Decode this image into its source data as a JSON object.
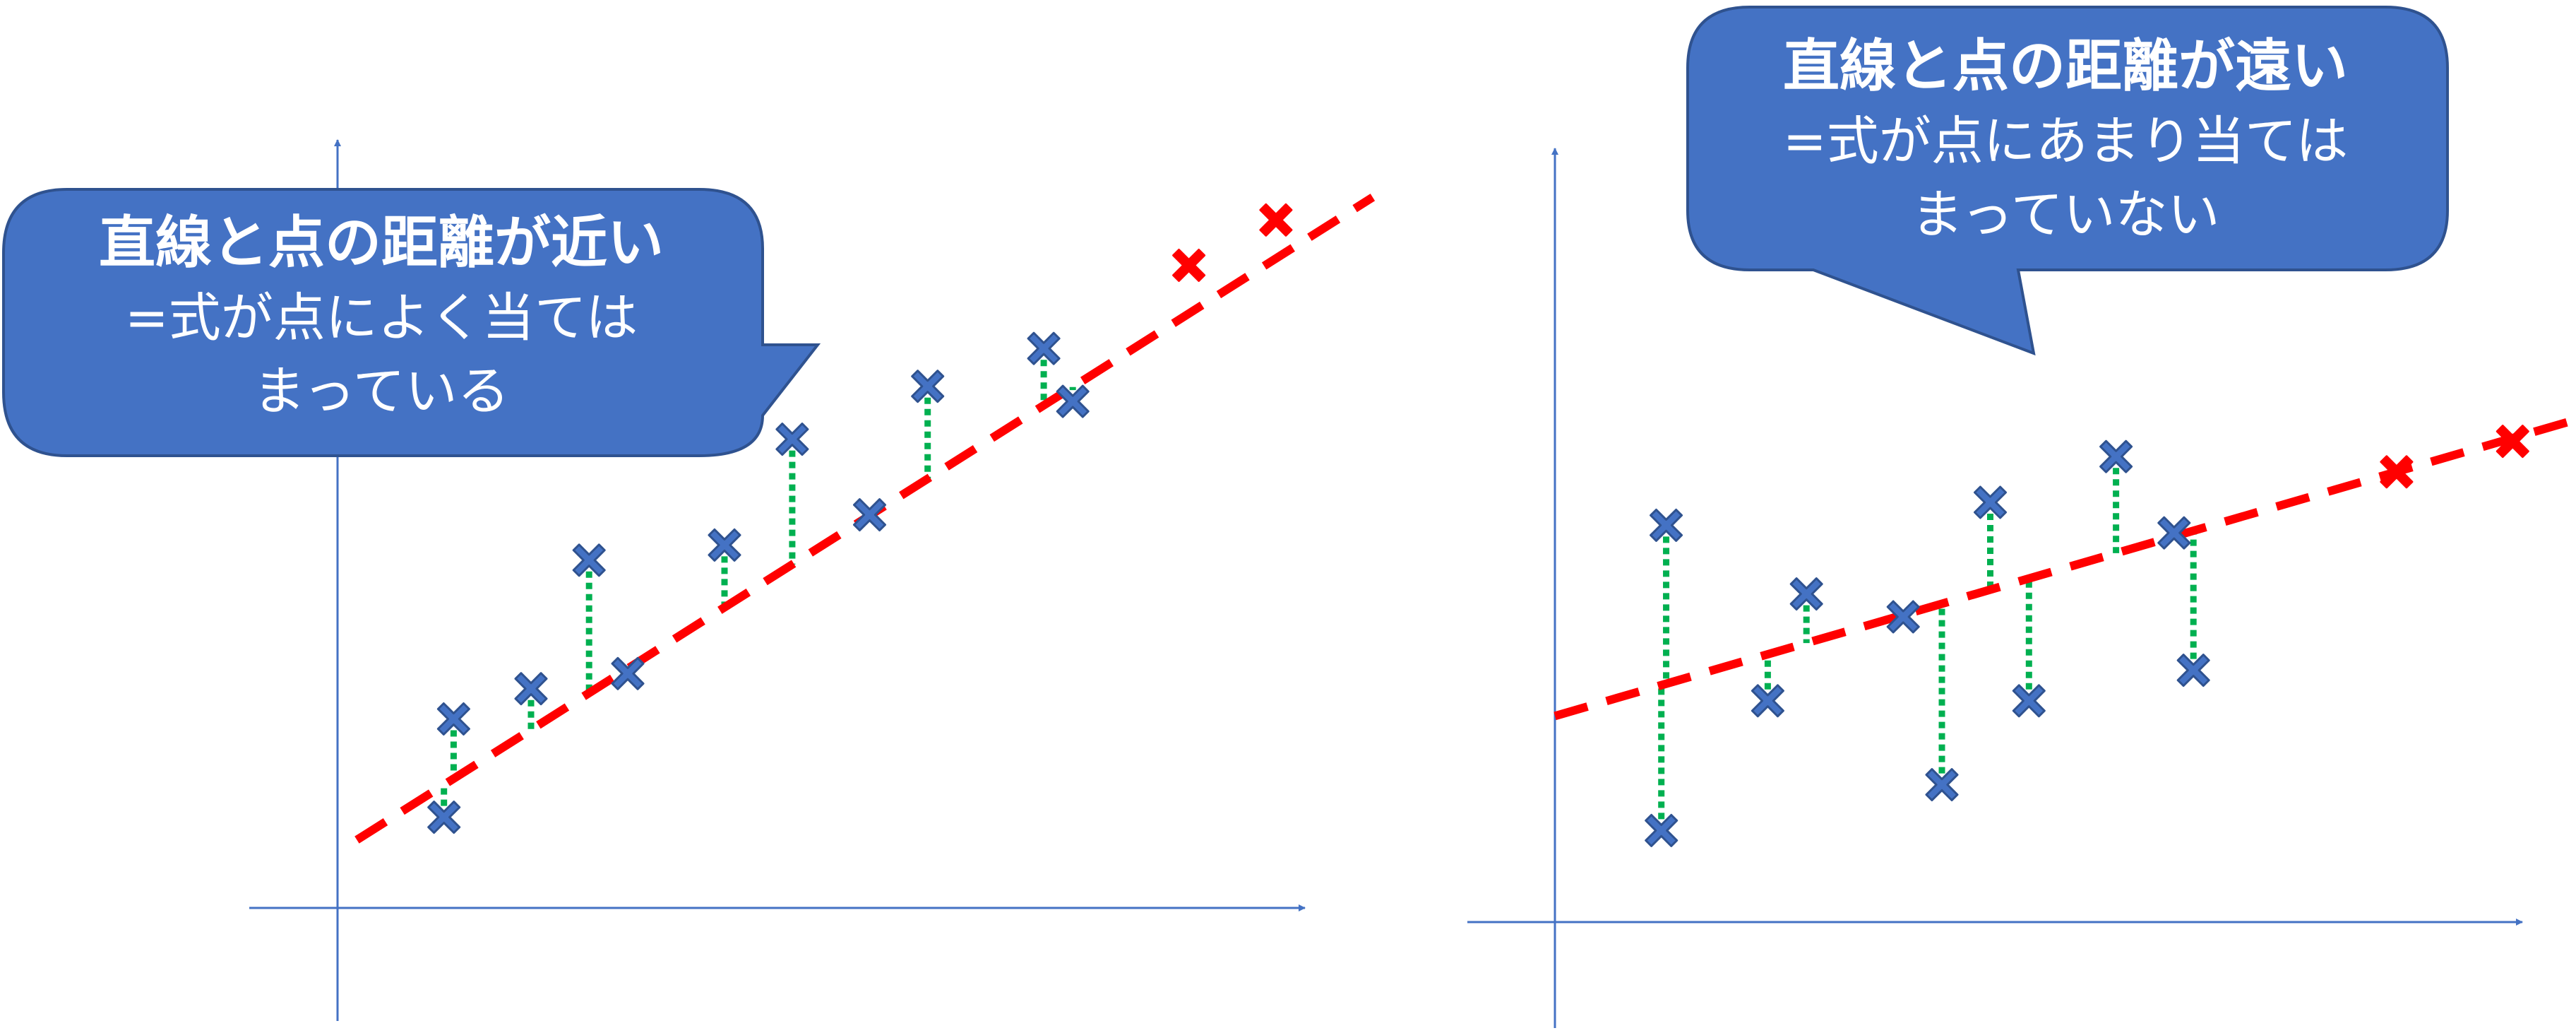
{
  "colors": {
    "axis": "#4472c4",
    "fit_line": "#ff0000",
    "point_fill": "#4472c4",
    "point_stroke": "#2f528f",
    "residual": "#00b050",
    "callout_fill": "#4472c4",
    "callout_stroke": "#2f528f",
    "callout_text": "#ffffff"
  },
  "icons": {
    "point": "x-mark-icon",
    "predicted": "x-mark-icon"
  },
  "left_callout": {
    "headline": "直線と点の距離が近い",
    "line1": "=式が点によく当ては",
    "line2": "まっている"
  },
  "right_callout": {
    "headline": "直線と点の距離が遠い",
    "line1": "=式が点にあまり当ては",
    "line2": "まっていない"
  },
  "chart_data": [
    {
      "type": "scatter",
      "xlim": [
        0,
        10
      ],
      "ylim": [
        0,
        10
      ],
      "fit_line": {
        "x": [
          0.2,
          10.7
        ],
        "y": [
          0.9,
          9.4
        ]
      },
      "points": {
        "x": [
          1.1,
          1.2,
          2.0,
          2.6,
          3.0,
          4.0,
          4.7,
          5.5,
          6.1,
          7.3,
          7.6
        ],
        "y": [
          1.2,
          2.5,
          2.9,
          4.6,
          3.1,
          4.8,
          6.2,
          5.2,
          6.9,
          7.4,
          6.7
        ]
      },
      "predicted": {
        "x": [
          8.8,
          9.7
        ],
        "y": [
          8.5,
          9.1
        ]
      }
    },
    {
      "type": "scatter",
      "xlim": [
        0,
        10
      ],
      "ylim": [
        0,
        10
      ],
      "fit_line": {
        "x": [
          0,
          10.6
        ],
        "y": [
          2.7,
          6.6
        ]
      },
      "points": {
        "x": [
          1.1,
          1.15,
          2.2,
          2.6,
          3.6,
          4.0,
          4.5,
          4.9,
          5.8,
          6.4,
          6.6
        ],
        "y": [
          1.2,
          5.2,
          2.9,
          4.3,
          4.0,
          1.8,
          5.5,
          2.9,
          6.1,
          5.1,
          3.3
        ]
      },
      "predicted": {
        "x": [
          8.7,
          9.9
        ],
        "y": [
          5.9,
          6.3
        ]
      }
    }
  ]
}
